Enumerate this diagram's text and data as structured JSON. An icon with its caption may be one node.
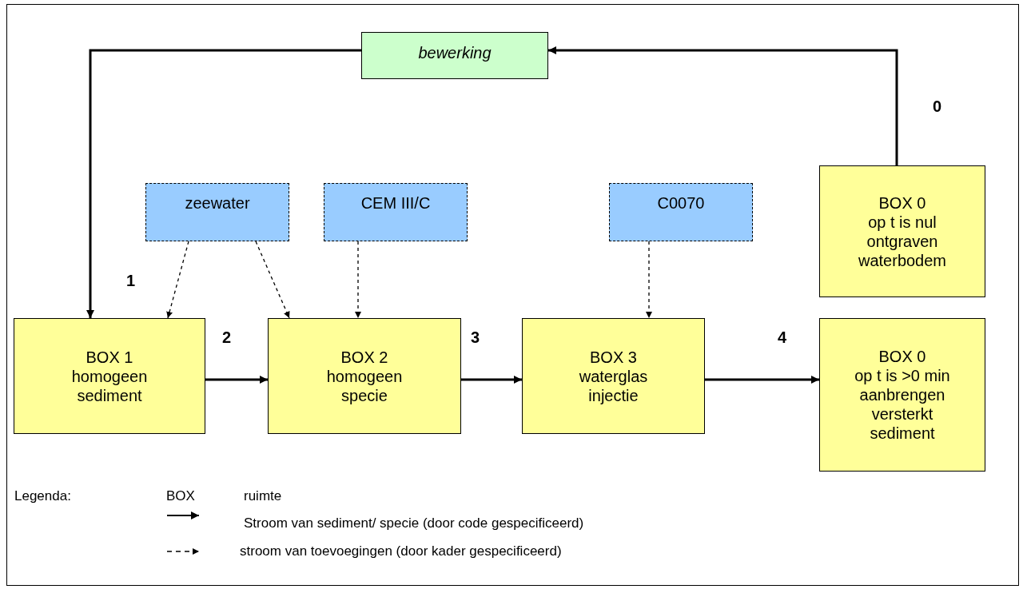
{
  "diagram": {
    "nodes": [
      {
        "text": [
          "bewerking"
        ]
      },
      {
        "text": [
          "zeewater"
        ]
      },
      {
        "text": [
          "CEM III/C"
        ]
      },
      {
        "text": [
          "C0070"
        ]
      },
      {
        "text": [
          "BOX 0",
          "op t is nul ontgraven waterbodem"
        ]
      },
      {
        "text": [
          "BOX 1",
          "homogeen sediment"
        ]
      },
      {
        "text": [
          "BOX 2",
          "homogeen specie"
        ]
      },
      {
        "text": [
          "BOX 3",
          "waterglas injectie"
        ]
      },
      {
        "text": [
          "BOX 0",
          "op t is >0 min aanbrengen versterkt sediment"
        ]
      }
    ],
    "edges": [
      {
        "from": 4,
        "to": 0,
        "arrow": "to",
        "label": "0"
      },
      {
        "from": 0,
        "to": 5,
        "arrow": "to",
        "label": "1"
      },
      {
        "from": 1,
        "to": 5,
        "arrow": "to",
        "style": "dashed"
      },
      {
        "from": 1,
        "to": 6,
        "arrow": "to",
        "style": "dashed"
      },
      {
        "from": 2,
        "to": 6,
        "arrow": "to",
        "style": "dashed"
      },
      {
        "from": 3,
        "to": 7,
        "arrow": "to",
        "style": "dashed"
      },
      {
        "from": 5,
        "to": 6,
        "arrow": "to",
        "label": "2"
      },
      {
        "from": 6,
        "to": 7,
        "arrow": "to",
        "label": "3"
      },
      {
        "from": 7,
        "to": 8,
        "arrow": "to",
        "label": "4"
      }
    ],
    "labels": [
      "Legenda:",
      "BOX"
    ],
    "legend": [
      {
        "text": "ruimte"
      },
      {
        "text": "Stroom van sediment/ specie (door code gespecificeerd)"
      },
      {
        "text": "stroom van toevoegingen (door kader gespecificeerd)"
      }
    ]
  }
}
